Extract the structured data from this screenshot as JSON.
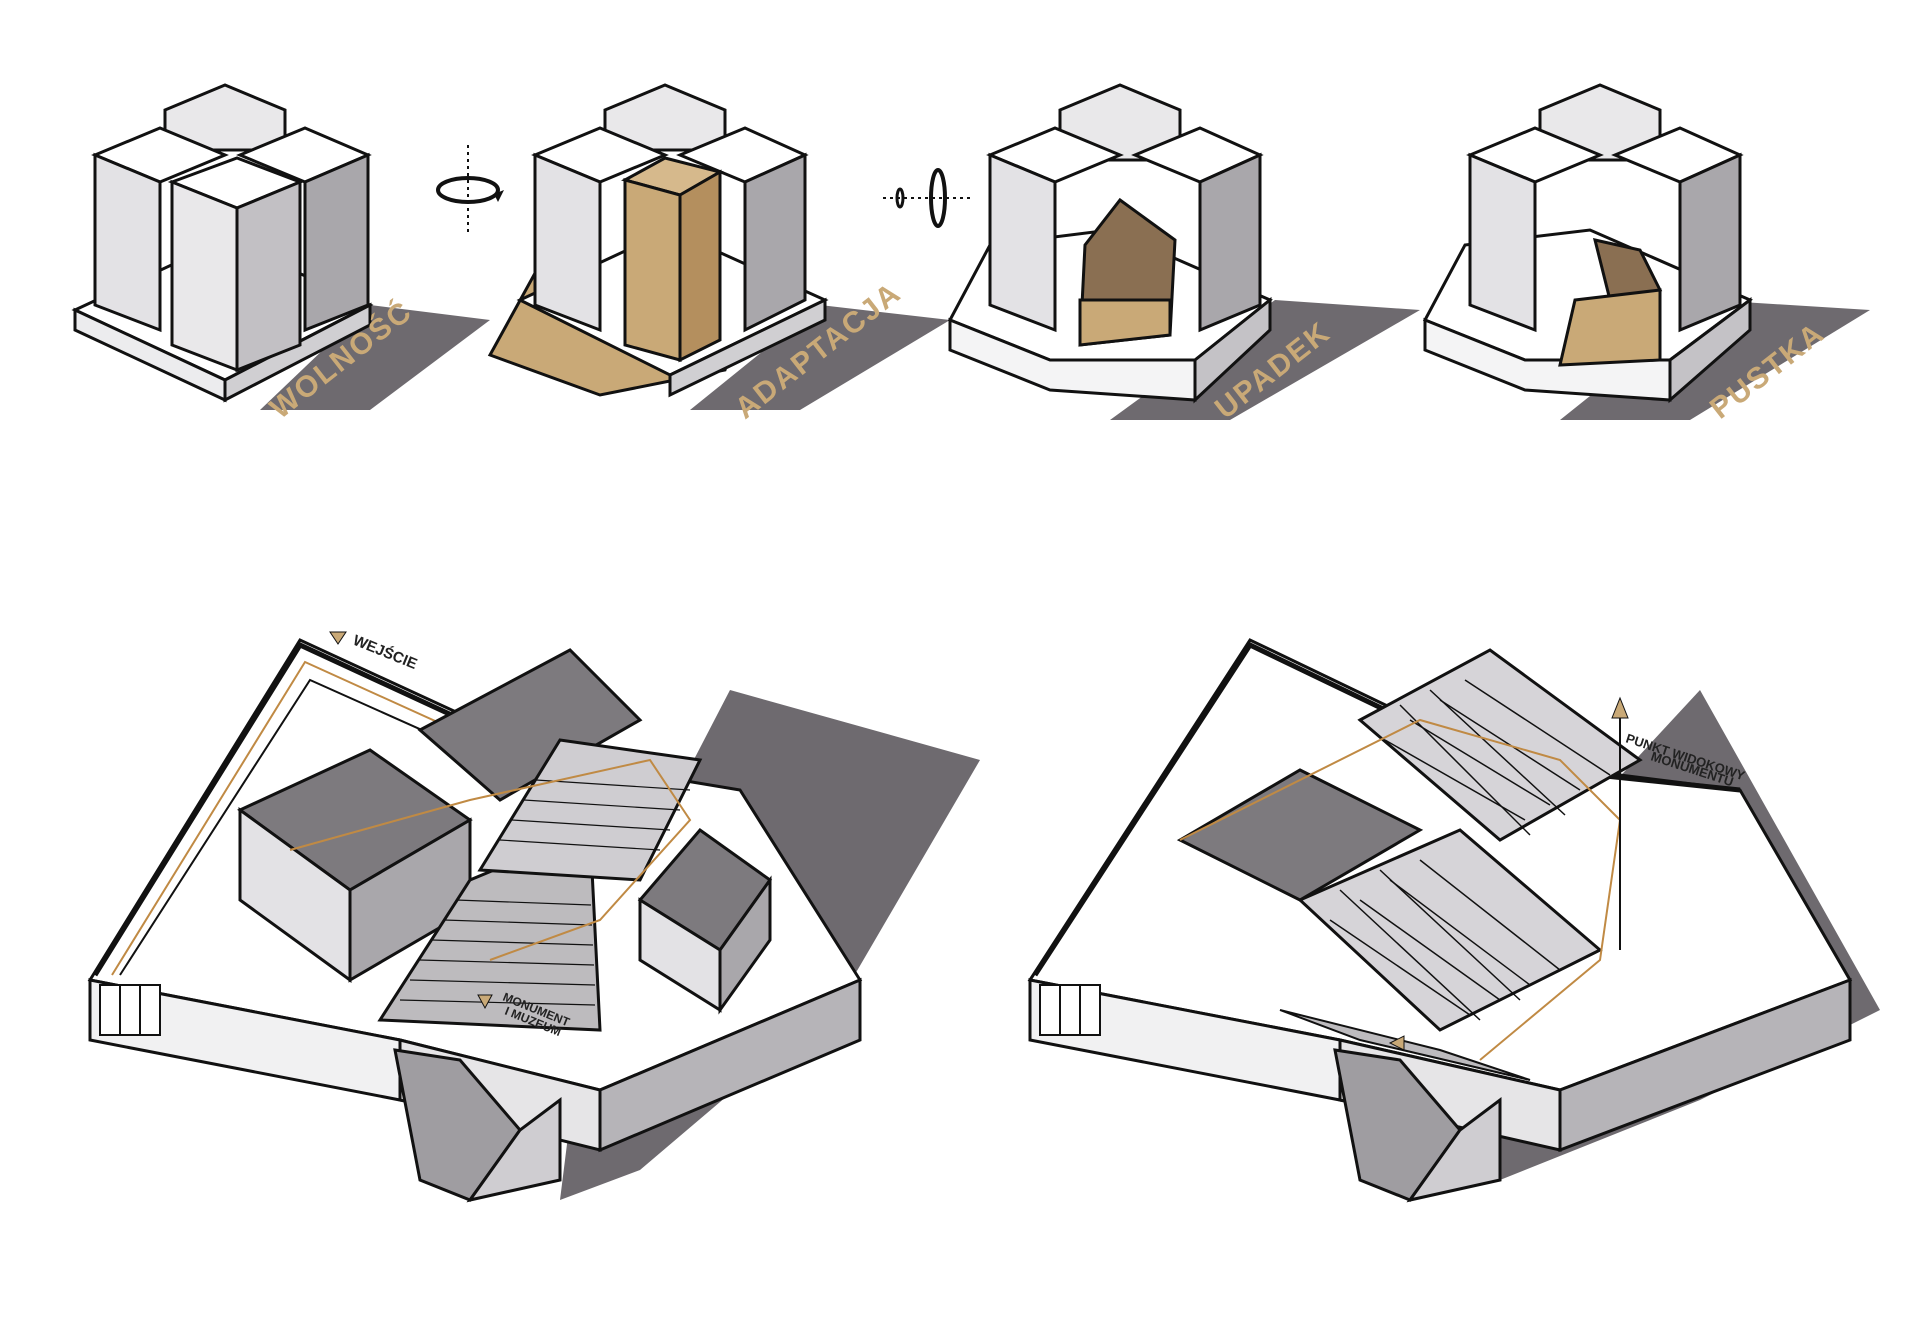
{
  "stages": [
    {
      "id": "wolnosc",
      "label": "WOLNOŚĆ"
    },
    {
      "id": "adaptacja",
      "label": "ADAPTACJA"
    },
    {
      "id": "upadek",
      "label": "UPADEK"
    },
    {
      "id": "pustka",
      "label": "PUSTKA"
    }
  ],
  "annotations": {
    "entrance": "WEJŚCIE",
    "monument_line1": "MONUMENT",
    "monument_line2": "I MUZEUM",
    "viewpoint_line1": "PUNKT WIDOKOWY",
    "viewpoint_line2": "MONUMENTU"
  },
  "icons": [
    "rotate-horizontal-icon",
    "rotate-vertical-icon",
    "entrance-marker-icon",
    "viewpoint-arrow-icon"
  ],
  "colors": {
    "accent": "#c9a977",
    "accent_dark": "#8a6f52",
    "shadow": "#6e6a6f",
    "wall_face": "#e7e6e8",
    "wall_side": "#bcbabd",
    "floor_dark": "#7d7a7e",
    "outline": "#111111",
    "route": "#c08a44"
  }
}
